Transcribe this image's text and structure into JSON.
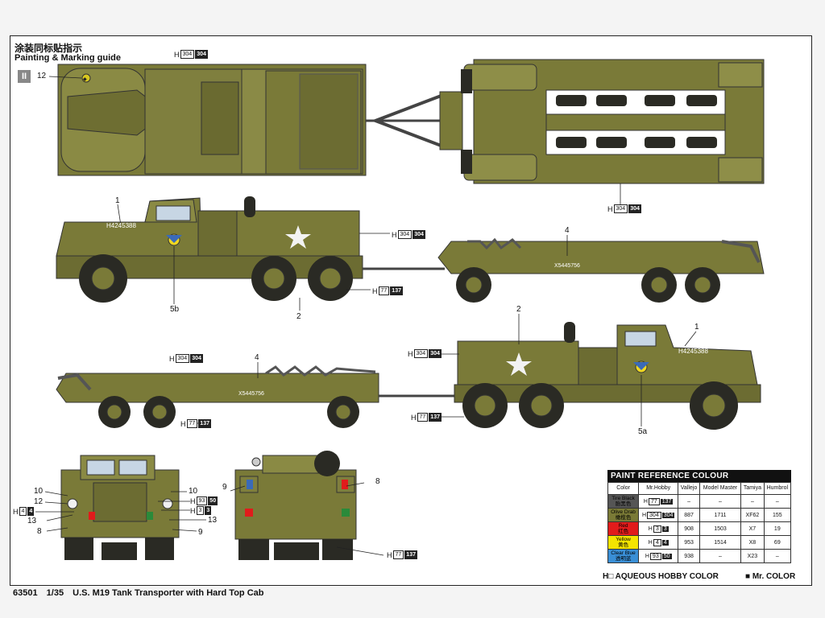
{
  "header": {
    "title_cn": "涂装同标贴指示",
    "title_en": "Painting & Marking guide"
  },
  "footer": {
    "code": "63501",
    "scale": "1/35",
    "name": "U.S. M19 Tank Transporter with Hard Top Cab"
  },
  "views": {
    "top_tag": "II",
    "callouts": {
      "c12_top": "12",
      "c1_left": "1",
      "c5b": "5b",
      "c2_left": "2",
      "c4_left": "4",
      "c2_right": "2",
      "c1_right": "1",
      "c4_right": "4",
      "c5a": "5a",
      "f10a": "10",
      "f12": "12",
      "f13a": "13",
      "f8a": "8",
      "f10b": "10",
      "f13b": "13",
      "f9a": "9",
      "r9": "9",
      "r8": "8"
    },
    "markings": {
      "truck_serial": "H4245388",
      "trailer_serial": "X5445756"
    },
    "badges": {
      "b_top": {
        "h": "H",
        "w": "304",
        "b": "304"
      },
      "b_trailer_top": {
        "h": "H",
        "w": "304",
        "b": "304"
      },
      "b_side_l": {
        "h": "H",
        "w": "304",
        "b": "304"
      },
      "b_tire_l": {
        "h": "H",
        "w": "77",
        "b": "137"
      },
      "b_side_r": {
        "h": "H",
        "w": "304",
        "b": "304"
      },
      "b_trailer_r": {
        "h": "H",
        "w": "304",
        "b": "304"
      },
      "b_tire_r": {
        "h": "H",
        "w": "77",
        "b": "137"
      },
      "b_trailer_tire_r": {
        "h": "H",
        "w": "77",
        "b": "137"
      },
      "b_front_4": {
        "h": "H",
        "w": "4",
        "b": "4"
      },
      "b_front_50": {
        "h": "H",
        "w": "93",
        "b": "50"
      },
      "b_front_3": {
        "h": "H",
        "w": "3",
        "b": "3"
      },
      "b_rear_tire": {
        "h": "H",
        "w": "77",
        "b": "137"
      }
    }
  },
  "paint_table": {
    "title": "PAINT  REFERENCE COLOUR",
    "headers": [
      "Color",
      "Mr.Hobby",
      "Vallejo",
      "Model Master",
      "Tamiya",
      "Humbrol"
    ],
    "rows": [
      {
        "name": "Tire Black",
        "name_cn": "胎黑色",
        "swatch": "#555555",
        "hobby_w": "77",
        "hobby_b": "137",
        "vallejo": "–",
        "mm": "–",
        "tamiya": "–",
        "humbrol": "–"
      },
      {
        "name": "Olive Drab",
        "name_cn": "橄榄色",
        "swatch": "#7a7a36",
        "hobby_w": "304",
        "hobby_b": "304",
        "vallejo": "887",
        "mm": "1711",
        "tamiya": "XF62",
        "humbrol": "155"
      },
      {
        "name": "Red",
        "name_cn": "红色",
        "swatch": "#e11b1b",
        "hobby_w": "3",
        "hobby_b": "3",
        "vallejo": "908",
        "mm": "1503",
        "tamiya": "X7",
        "humbrol": "19"
      },
      {
        "name": "Yellow",
        "name_cn": "黄色",
        "swatch": "#f4e400",
        "hobby_w": "4",
        "hobby_b": "4",
        "vallejo": "953",
        "mm": "1514",
        "tamiya": "X8",
        "humbrol": "69"
      },
      {
        "name": "Clear Blue",
        "name_cn": "透明蓝",
        "swatch": "#3a8fd6",
        "hobby_w": "93",
        "hobby_b": "50",
        "vallejo": "938",
        "mm": "–",
        "tamiya": "X23",
        "humbrol": "–"
      }
    ]
  },
  "legend": {
    "aqueous": "AQUEOUS HOBBY COLOR",
    "mr": "Mr. COLOR"
  },
  "colors": {
    "olive": "#7a7a38",
    "olive_dark": "#5d5d2a",
    "olive_light": "#8e8e48",
    "tire": "#2a2a24"
  }
}
